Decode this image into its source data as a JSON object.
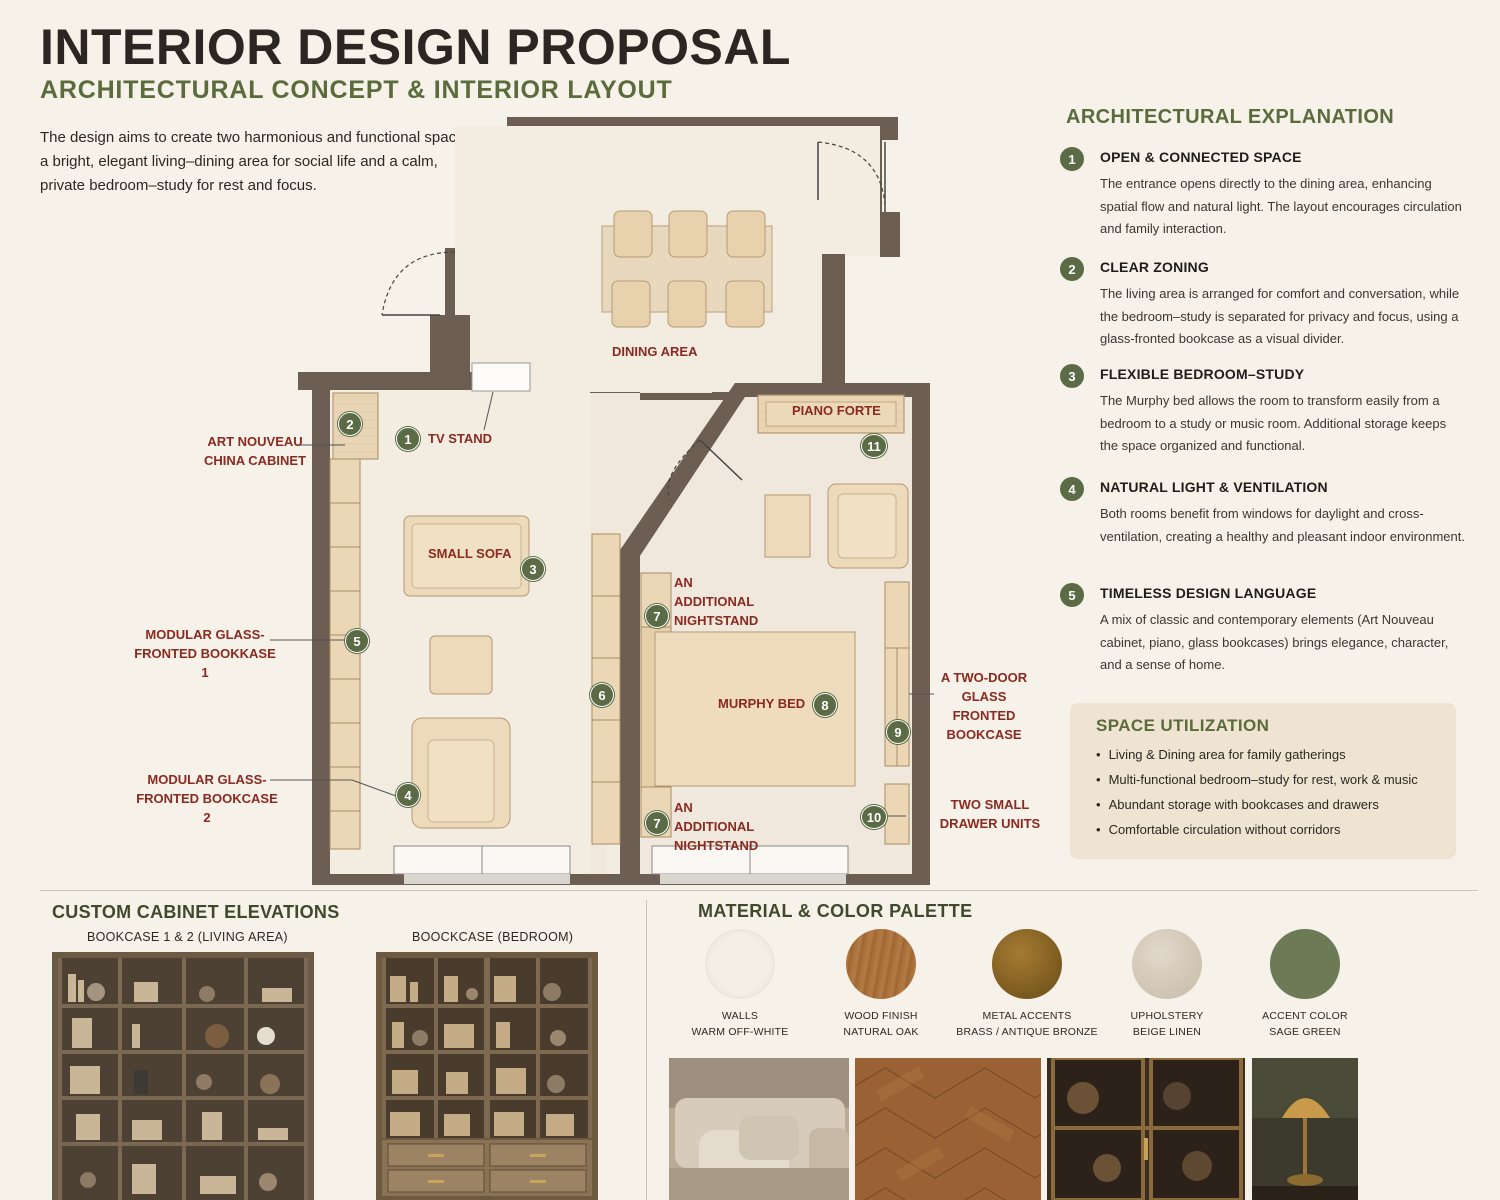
{
  "header": {
    "title": "INTERIOR DESIGN PROPOSAL",
    "subtitle": "ARCHITECTURAL CONCEPT & INTERIOR LAYOUT",
    "intro": "The design aims to create two harmonious and functional spaces: a bright, elegant living–dining area for social life and a calm, private bedroom–study for rest and focus."
  },
  "plan": {
    "labels": {
      "dining": "DINING AREA",
      "tv_stand": "TV STAND",
      "china_cabinet": "ART NOUVEAU\nCHINA CABINET",
      "small_sofa": "SMALL SOFA",
      "bookcase1": "MODULAR GLASS-\nFRONTED BOOKKASE 1",
      "bookcase2": "MODULAR GLASS-\nFRONTED BOOKCASE 2",
      "piano": "PIANO FORTE",
      "nightstand_top": "AN ADDITIONAL\nNIGHTSTAND",
      "nightstand_bottom": "AN ADDITIONAL\nNIGHTSTAND",
      "murphy_bed": "MURPHY BED",
      "two_door": "A TWO-DOOR\nGLASS FRONTED\nBOOKCASE",
      "drawers": "TWO SMALL\nDRAWER UNITS"
    },
    "badges": [
      "1",
      "2",
      "3",
      "4",
      "5",
      "6",
      "7",
      "7",
      "8",
      "9",
      "10",
      "11"
    ]
  },
  "explanation": {
    "title": "ARCHITECTURAL EXPLANATION",
    "points": [
      {
        "num": "1",
        "heading": "OPEN & CONNECTED SPACE",
        "text": "The entrance opens directly to the dining area, enhancing spatial flow and natural light. The layout encourages circulation and family interaction."
      },
      {
        "num": "2",
        "heading": "CLEAR ZONING",
        "text": "The living area is arranged for comfort and conversation, while the bedroom–study is separated for privacy and focus, using a glass-fronted bookcase as a visual divider."
      },
      {
        "num": "3",
        "heading": "FLEXIBLE BEDROOM–STUDY",
        "text": "The Murphy bed allows the room to transform easily from a bedroom to a study or music room. Additional storage keeps the space organized and functional."
      },
      {
        "num": "4",
        "heading": "NATURAL LIGHT & VENTILATION",
        "text": "Both rooms benefit from windows for daylight and cross-ventilation, creating a healthy and pleasant indoor environment."
      },
      {
        "num": "5",
        "heading": "TIMELESS DESIGN LANGUAGE",
        "text": "A mix of classic and contemporary elements (Art Nouveau cabinet, piano, glass bookcases) brings elegance, character, and a sense of home."
      }
    ]
  },
  "space_utilization": {
    "title": "SPACE UTILIZATION",
    "items": [
      "Living & Dining area for family gatherings",
      "Multi-functional bedroom–study for rest, work & music",
      "Abundant storage with bookcases and drawers",
      "Comfortable circulation without corridors"
    ]
  },
  "cabinets": {
    "title": "CUSTOM CABINET ELEVATIONS",
    "living_caption": "BOOKCASE 1 & 2 (LIVING AREA)",
    "bedroom_caption": "BOOCKCASE (BEDROOM)"
  },
  "materials": {
    "title": "MATERIAL & COLOR PALETTE",
    "swatches": [
      {
        "line1": "WALLS",
        "line2": "WARM OFF-WHITE",
        "color": "#f4efe6"
      },
      {
        "line1": "WOOD FINISH",
        "line2": "NATURAL OAK",
        "color": "#a9713d"
      },
      {
        "line1": "METAL ACCENTS",
        "line2": "BRASS / ANTIQUE BRONZE",
        "color": "#8a6425"
      },
      {
        "line1": "UPHOLSTERY",
        "line2": "BEIGE LINEN",
        "color": "#d8cdbd"
      },
      {
        "line1": "ACCENT COLOR",
        "line2": "SAGE GREEN",
        "color": "#6c7a56"
      }
    ]
  }
}
